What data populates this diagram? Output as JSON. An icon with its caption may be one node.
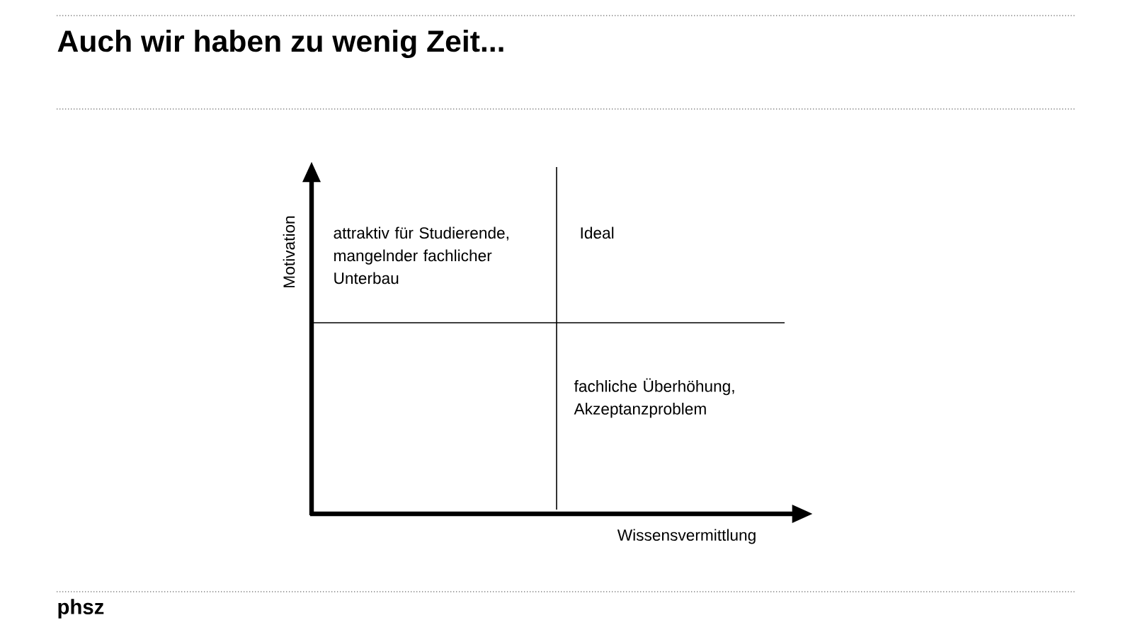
{
  "diagram": {
    "title": "Auch wir haben zu wenig Zeit...",
    "labels": [
      "attraktiv für Studierende, mangelnder fachlicher Unterbau",
      "Ideal",
      "fachliche Überhöhung, Akzeptanzproblem",
      "Motivation",
      "Wissensvermittlung",
      "phsz"
    ]
  }
}
